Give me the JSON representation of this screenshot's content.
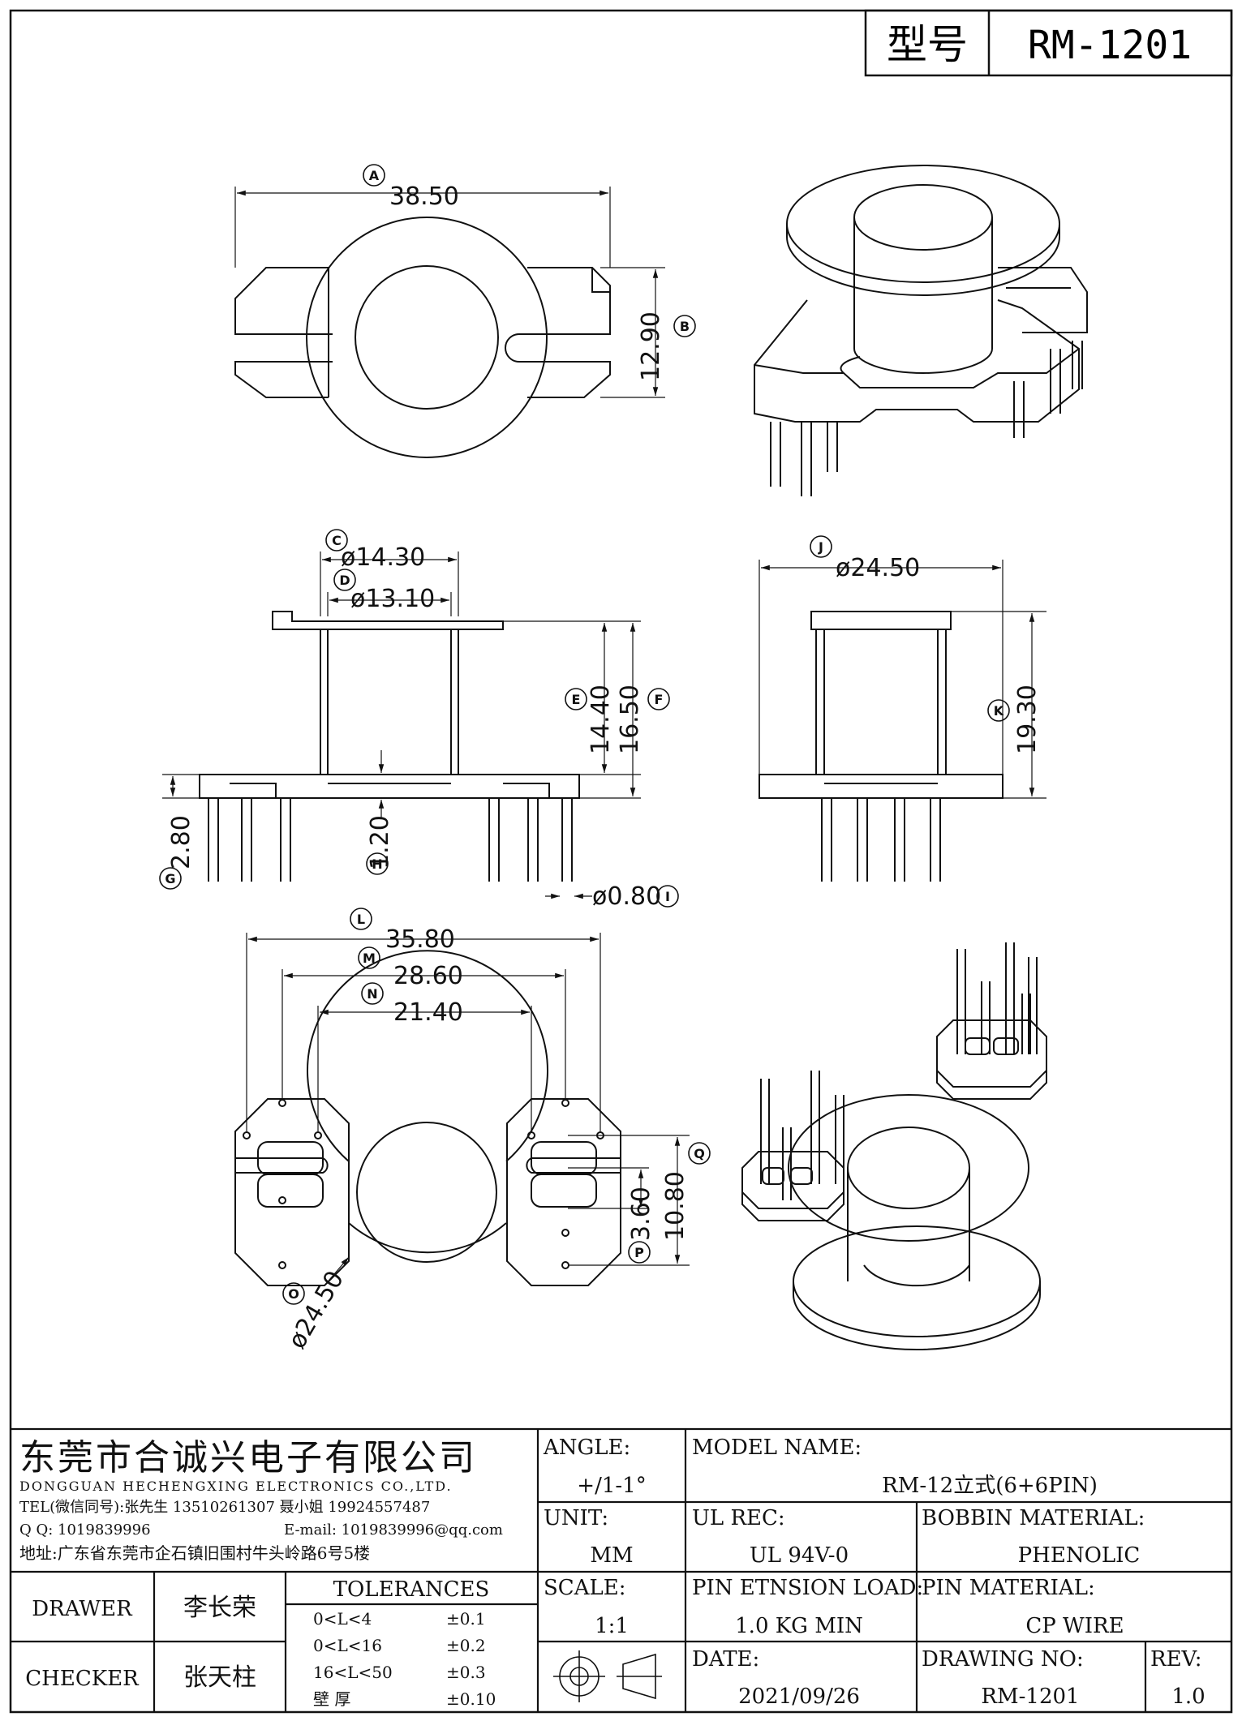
{
  "title_block_top": {
    "type_label": "型号",
    "type_value": "RM-1201"
  },
  "dimensions": {
    "A": "38.50",
    "B": "12.90",
    "C": "ø14.30",
    "D": "ø13.10",
    "E": "14.40",
    "F": "16.50",
    "G": "2.80",
    "H": "1.20",
    "I": "ø0.80",
    "J": "ø24.50",
    "K": "19.30",
    "L": "35.80",
    "M": "28.60",
    "N": "21.40",
    "O": "ø24.50",
    "P": "3.60",
    "Q": "10.80"
  },
  "company": {
    "name_cn": "东莞市合诚兴电子有限公司",
    "name_en": "DONGGUAN HECHENGXING ELECTRONICS CO.,LTD.",
    "tel": "TEL(微信同号):张先生 13510261307 聂小姐 19924557487",
    "qq": "Q Q: 1019839996",
    "email": "E-mail: 1019839996@qq.com",
    "address": "地址:广东省东莞市企石镇旧围村牛头岭路6号5楼"
  },
  "angle": {
    "label": "ANGLE:",
    "value": "+/1-1°"
  },
  "unit": {
    "label": "UNIT:",
    "value": "MM"
  },
  "scale": {
    "label": "SCALE:",
    "value": "1:1"
  },
  "model_name": {
    "label": "MODEL NAME:",
    "value": "RM-12立式(6+6PIN)"
  },
  "ul_rec": {
    "label": "UL REC:",
    "value": "UL 94V-0"
  },
  "bobbin_material": {
    "label": "BOBBIN MATERIAL:",
    "value": "PHENOLIC"
  },
  "pin_tension": {
    "label": "PIN ETNSION LOAD:",
    "value": "1.0 KG MIN"
  },
  "pin_material": {
    "label": "PIN MATERIAL:",
    "value": "CP WIRE"
  },
  "date": {
    "label": "DATE:",
    "value": "2021/09/26"
  },
  "drawing_no": {
    "label": "DRAWING NO:",
    "value": "RM-1201"
  },
  "rev": {
    "label": "REV:",
    "value": "1.0"
  },
  "drawer": {
    "label": "DRAWER",
    "value": "李长荣"
  },
  "checker": {
    "label": "CHECKER",
    "value": "张天柱"
  },
  "tolerances": {
    "title": "TOLERANCES",
    "rows": [
      {
        "range": "0<L<4",
        "value": "±0.1"
      },
      {
        "range": "0<L<16",
        "value": "±0.2"
      },
      {
        "range": "16<L<50",
        "value": "±0.3"
      },
      {
        "range": "壁    厚",
        "value": "±0.10"
      }
    ]
  }
}
